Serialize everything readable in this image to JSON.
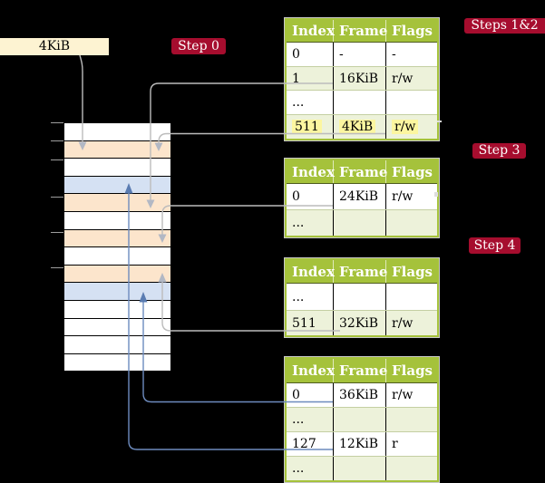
{
  "palette": {
    "background": "#000000",
    "badge_red": "#a60d2e",
    "table_green": "#a5c23b",
    "table_row_green": "#edf2da",
    "highlight_yellow": "#fcf6a0",
    "memory_free": "#ffffff",
    "memory_page_table": "#fce5cc",
    "memory_mapped_frame": "#d5e1f3",
    "pointer_box": "#fdf3d2",
    "arrow_gray": "#bcbcbc",
    "arrow_blue": "#6d8bbe"
  },
  "page_size_box": {
    "label": "4KiB"
  },
  "step_labels": {
    "step0": "Step 0",
    "steps12": "Steps 1&2",
    "step3": "Step 3",
    "step4": "Step 4"
  },
  "memory": {
    "row_colors": [
      "#ffffff",
      "#fce5cc",
      "#ffffff",
      "#d5e1f3",
      "#fce5cc",
      "#ffffff",
      "#fce5cc",
      "#ffffff",
      "#fce5cc",
      "#d5e1f3",
      "#ffffff",
      "#ffffff",
      "#ffffff",
      "#ffffff"
    ]
  },
  "tables": [
    {
      "headers": [
        "Index",
        "Frame",
        "Flags"
      ],
      "rows": [
        {
          "cells": [
            "0",
            "-",
            "-"
          ]
        },
        {
          "cells": [
            "1",
            "16KiB",
            "r/w"
          ]
        },
        {
          "cells": [
            "...",
            "",
            ""
          ]
        },
        {
          "cells": [
            "511",
            "4KiB",
            "r/w"
          ],
          "highlighted": true
        }
      ]
    },
    {
      "headers": [
        "Index",
        "Frame",
        "Flags"
      ],
      "rows": [
        {
          "cells": [
            "0",
            "24KiB",
            "r/w"
          ]
        },
        {
          "cells": [
            "...",
            "",
            ""
          ]
        }
      ]
    },
    {
      "headers": [
        "Index",
        "Frame",
        "Flags"
      ],
      "rows": [
        {
          "cells": [
            "...",
            "",
            ""
          ]
        },
        {
          "cells": [
            "511",
            "32KiB",
            "r/w"
          ]
        }
      ]
    },
    {
      "headers": [
        "Index",
        "Frame",
        "Flags"
      ],
      "rows": [
        {
          "cells": [
            "0",
            "36KiB",
            "r/w"
          ]
        },
        {
          "cells": [
            "...",
            "",
            ""
          ]
        },
        {
          "cells": [
            "127",
            "12KiB",
            "r"
          ]
        },
        {
          "cells": [
            "...",
            "",
            ""
          ]
        }
      ]
    }
  ]
}
